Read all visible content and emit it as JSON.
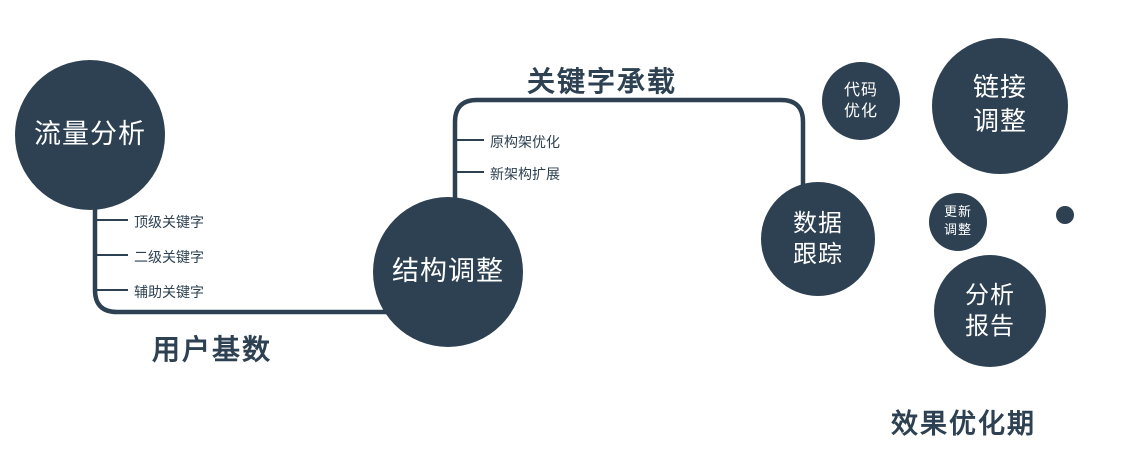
{
  "colors": {
    "primary": "#2d4152",
    "text_on_node": "#ffffff",
    "background": "#ffffff"
  },
  "nodes": {
    "traffic": {
      "label": "流量分析"
    },
    "structure": {
      "label": "结构调整"
    },
    "tracking": {
      "line1": "数据",
      "line2": "跟踪"
    },
    "code": {
      "line1": "代码",
      "line2": "优化"
    },
    "link": {
      "line1": "链接",
      "line2": "调整"
    },
    "update": {
      "line1": "更新",
      "line2": "调整"
    },
    "report": {
      "line1": "分析",
      "line2": "报告"
    }
  },
  "edge_labels": {
    "user_base": "用户基数",
    "keyword_carry": "关键字承载"
  },
  "branches": {
    "traffic": [
      "顶级关键字",
      "二级关键字",
      "辅助关键字"
    ],
    "structure": [
      "原构架优化",
      "新架构扩展"
    ]
  },
  "footer": "效果优化期"
}
